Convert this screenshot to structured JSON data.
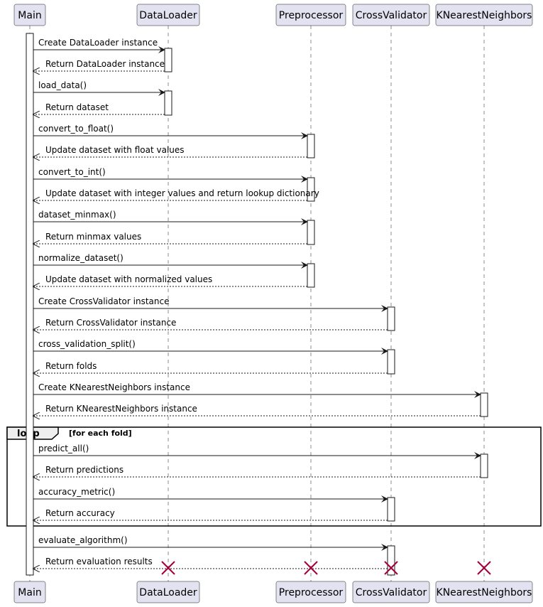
{
  "participants": [
    {
      "id": "main",
      "label": "Main"
    },
    {
      "id": "dataloader",
      "label": "DataLoader"
    },
    {
      "id": "preprocessor",
      "label": "Preprocessor"
    },
    {
      "id": "crossvalidator",
      "label": "CrossValidator"
    },
    {
      "id": "knn",
      "label": "KNearestNeighbors"
    }
  ],
  "messages": [
    {
      "from": "main",
      "to": "dataloader",
      "label": "Create DataLoader instance",
      "type": "call"
    },
    {
      "from": "dataloader",
      "to": "main",
      "label": "Return DataLoader instance",
      "type": "return"
    },
    {
      "from": "main",
      "to": "dataloader",
      "label": "load_data()",
      "type": "call"
    },
    {
      "from": "dataloader",
      "to": "main",
      "label": "Return dataset",
      "type": "return"
    },
    {
      "from": "main",
      "to": "preprocessor",
      "label": "convert_to_float()",
      "type": "call"
    },
    {
      "from": "preprocessor",
      "to": "main",
      "label": "Update dataset with float values",
      "type": "return"
    },
    {
      "from": "main",
      "to": "preprocessor",
      "label": "convert_to_int()",
      "type": "call"
    },
    {
      "from": "preprocessor",
      "to": "main",
      "label": "Update dataset with integer values and return lookup dictionary",
      "type": "return"
    },
    {
      "from": "main",
      "to": "preprocessor",
      "label": "dataset_minmax()",
      "type": "call"
    },
    {
      "from": "preprocessor",
      "to": "main",
      "label": "Return minmax values",
      "type": "return"
    },
    {
      "from": "main",
      "to": "preprocessor",
      "label": "normalize_dataset()",
      "type": "call"
    },
    {
      "from": "preprocessor",
      "to": "main",
      "label": "Update dataset with normalized values",
      "type": "return"
    },
    {
      "from": "main",
      "to": "crossvalidator",
      "label": "Create CrossValidator instance",
      "type": "call"
    },
    {
      "from": "crossvalidator",
      "to": "main",
      "label": "Return CrossValidator instance",
      "type": "return"
    },
    {
      "from": "main",
      "to": "crossvalidator",
      "label": "cross_validation_split()",
      "type": "call"
    },
    {
      "from": "crossvalidator",
      "to": "main",
      "label": "Return folds",
      "type": "return"
    },
    {
      "from": "main",
      "to": "knn",
      "label": "Create KNearestNeighbors instance",
      "type": "call"
    },
    {
      "from": "knn",
      "to": "main",
      "label": "Return KNearestNeighbors instance",
      "type": "return"
    },
    {
      "from": "main",
      "to": "knn",
      "label": "predict_all()",
      "type": "call"
    },
    {
      "from": "knn",
      "to": "main",
      "label": "Return predictions",
      "type": "return"
    },
    {
      "from": "main",
      "to": "crossvalidator",
      "label": "accuracy_metric()",
      "type": "call"
    },
    {
      "from": "crossvalidator",
      "to": "main",
      "label": "Return accuracy",
      "type": "return"
    },
    {
      "from": "main",
      "to": "crossvalidator",
      "label": "evaluate_algorithm()",
      "type": "call"
    },
    {
      "from": "crossvalidator",
      "to": "main",
      "label": "Return evaluation results",
      "type": "return"
    }
  ],
  "loop": {
    "keyword": "loop",
    "guard": "[for each fold]"
  },
  "colors": {
    "participant_fill": "#e2e2f0",
    "line": "#181818",
    "destroy": "#a80036"
  }
}
